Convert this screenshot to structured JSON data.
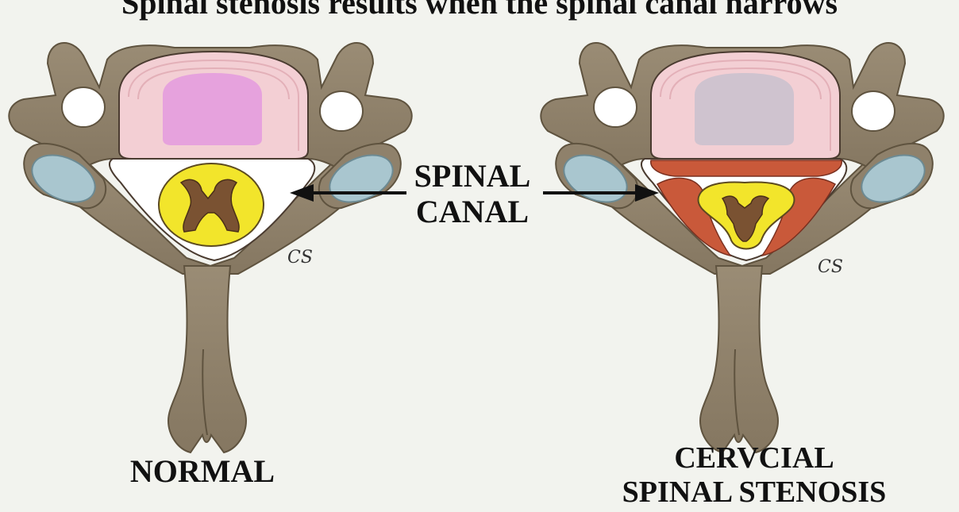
{
  "title": "Spinal stenosis results when the spinal canal narrows",
  "center_label": {
    "line1": "SPINAL",
    "line2": "CANAL"
  },
  "left_caption": "NORMAL",
  "right_caption": {
    "line1": "CERVCIAL",
    "line2": "SPINAL STENOSIS"
  },
  "artist_initials": "CS",
  "colors": {
    "background": "#f2f3ee",
    "bone": "#8f816b",
    "bone_dark": "#6e604c",
    "disc_ring": "#f3cfd4",
    "nucleus_normal": "#e6a2dd",
    "nucleus_degenerated": "#cfc3cf",
    "canal": "#ffffff",
    "cord_white_matter": "#f2e52b",
    "cord_gray_matter": "#7a5232",
    "facet_cartilage": "#a9c6cf",
    "ligament_thickened": "#c9593a",
    "arrow": "#111111"
  }
}
